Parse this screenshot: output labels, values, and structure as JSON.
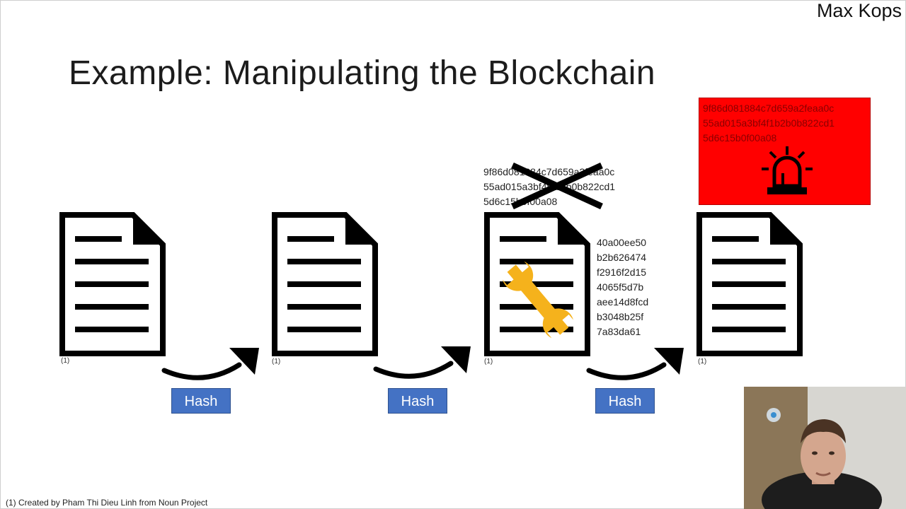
{
  "author": "Max Kops",
  "title": "Example: Manipulating the Blockchain",
  "footnote_mark": "(1)",
  "hash_label": "Hash",
  "crossed_hash": "9f86d081884c7d659a2feaa0c\n55ad015a3bf4f1b2b0b822cd1\n5d6c15b0f00a08",
  "new_hash": "40a00ee50\nb2b626474\nf2916f2d15\n4065f5d7b\naee14d8fcd\nb3048b25f\n7a83da61",
  "alert_hash": "9f86d081884c7d659a2feaa0c\n55ad015a3bf4f1b2b0b822cd1\n5d6c15b0f00a08",
  "footnote": "(1) Created by Pham Thi Dieu Linh from Noun Project",
  "colors": {
    "hash_button": "#4472c4",
    "alert_background": "#ff0000",
    "wrench": "#f5b21c"
  },
  "icons": [
    "document-icon",
    "curved-arrow-icon",
    "wrench-icon",
    "x-mark-icon",
    "siren-icon"
  ]
}
